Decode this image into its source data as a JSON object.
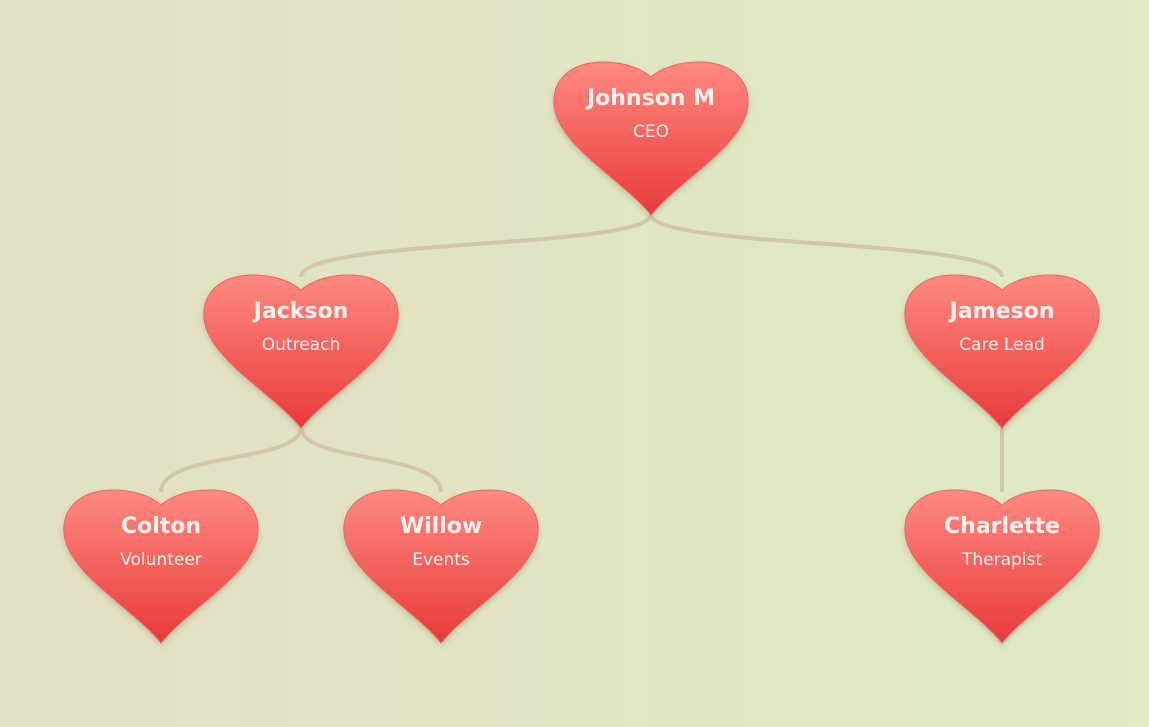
{
  "colors": {
    "heart_top": "#ff8a80",
    "heart_bottom": "#e8393a",
    "link": "#d3c8aa",
    "text": "#fff0ee"
  },
  "nodes": [
    {
      "id": "johnson",
      "name": "Johnson M",
      "role": "CEO",
      "parent": null
    },
    {
      "id": "jackson",
      "name": "Jackson",
      "role": "Outreach",
      "parent": "johnson"
    },
    {
      "id": "jameson",
      "name": "Jameson",
      "role": "Care Lead",
      "parent": "johnson"
    },
    {
      "id": "colton",
      "name": "Colton",
      "role": "Volunteer",
      "parent": "jackson"
    },
    {
      "id": "willow",
      "name": "Willow",
      "role": "Events",
      "parent": "jackson"
    },
    {
      "id": "charlette",
      "name": "Charlette",
      "role": "Therapist",
      "parent": "jameson"
    }
  ]
}
